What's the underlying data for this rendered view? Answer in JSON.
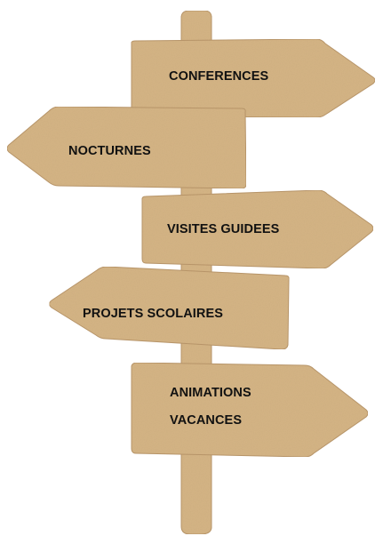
{
  "colors": {
    "wood": "#d6b586",
    "wood_shadow": "#b9966a",
    "wood_highlight": "#e2c79e",
    "text": "#111111"
  },
  "signs": [
    {
      "label": "CONFERENCES",
      "direction": "right"
    },
    {
      "label": "NOCTURNES",
      "direction": "left"
    },
    {
      "label": "VISITES GUIDEES",
      "direction": "right"
    },
    {
      "label": "PROJETS SCOLAIRES",
      "direction": "left"
    },
    {
      "label_line1": "ANIMATIONS",
      "label_line2": "VACANCES",
      "direction": "right"
    }
  ]
}
